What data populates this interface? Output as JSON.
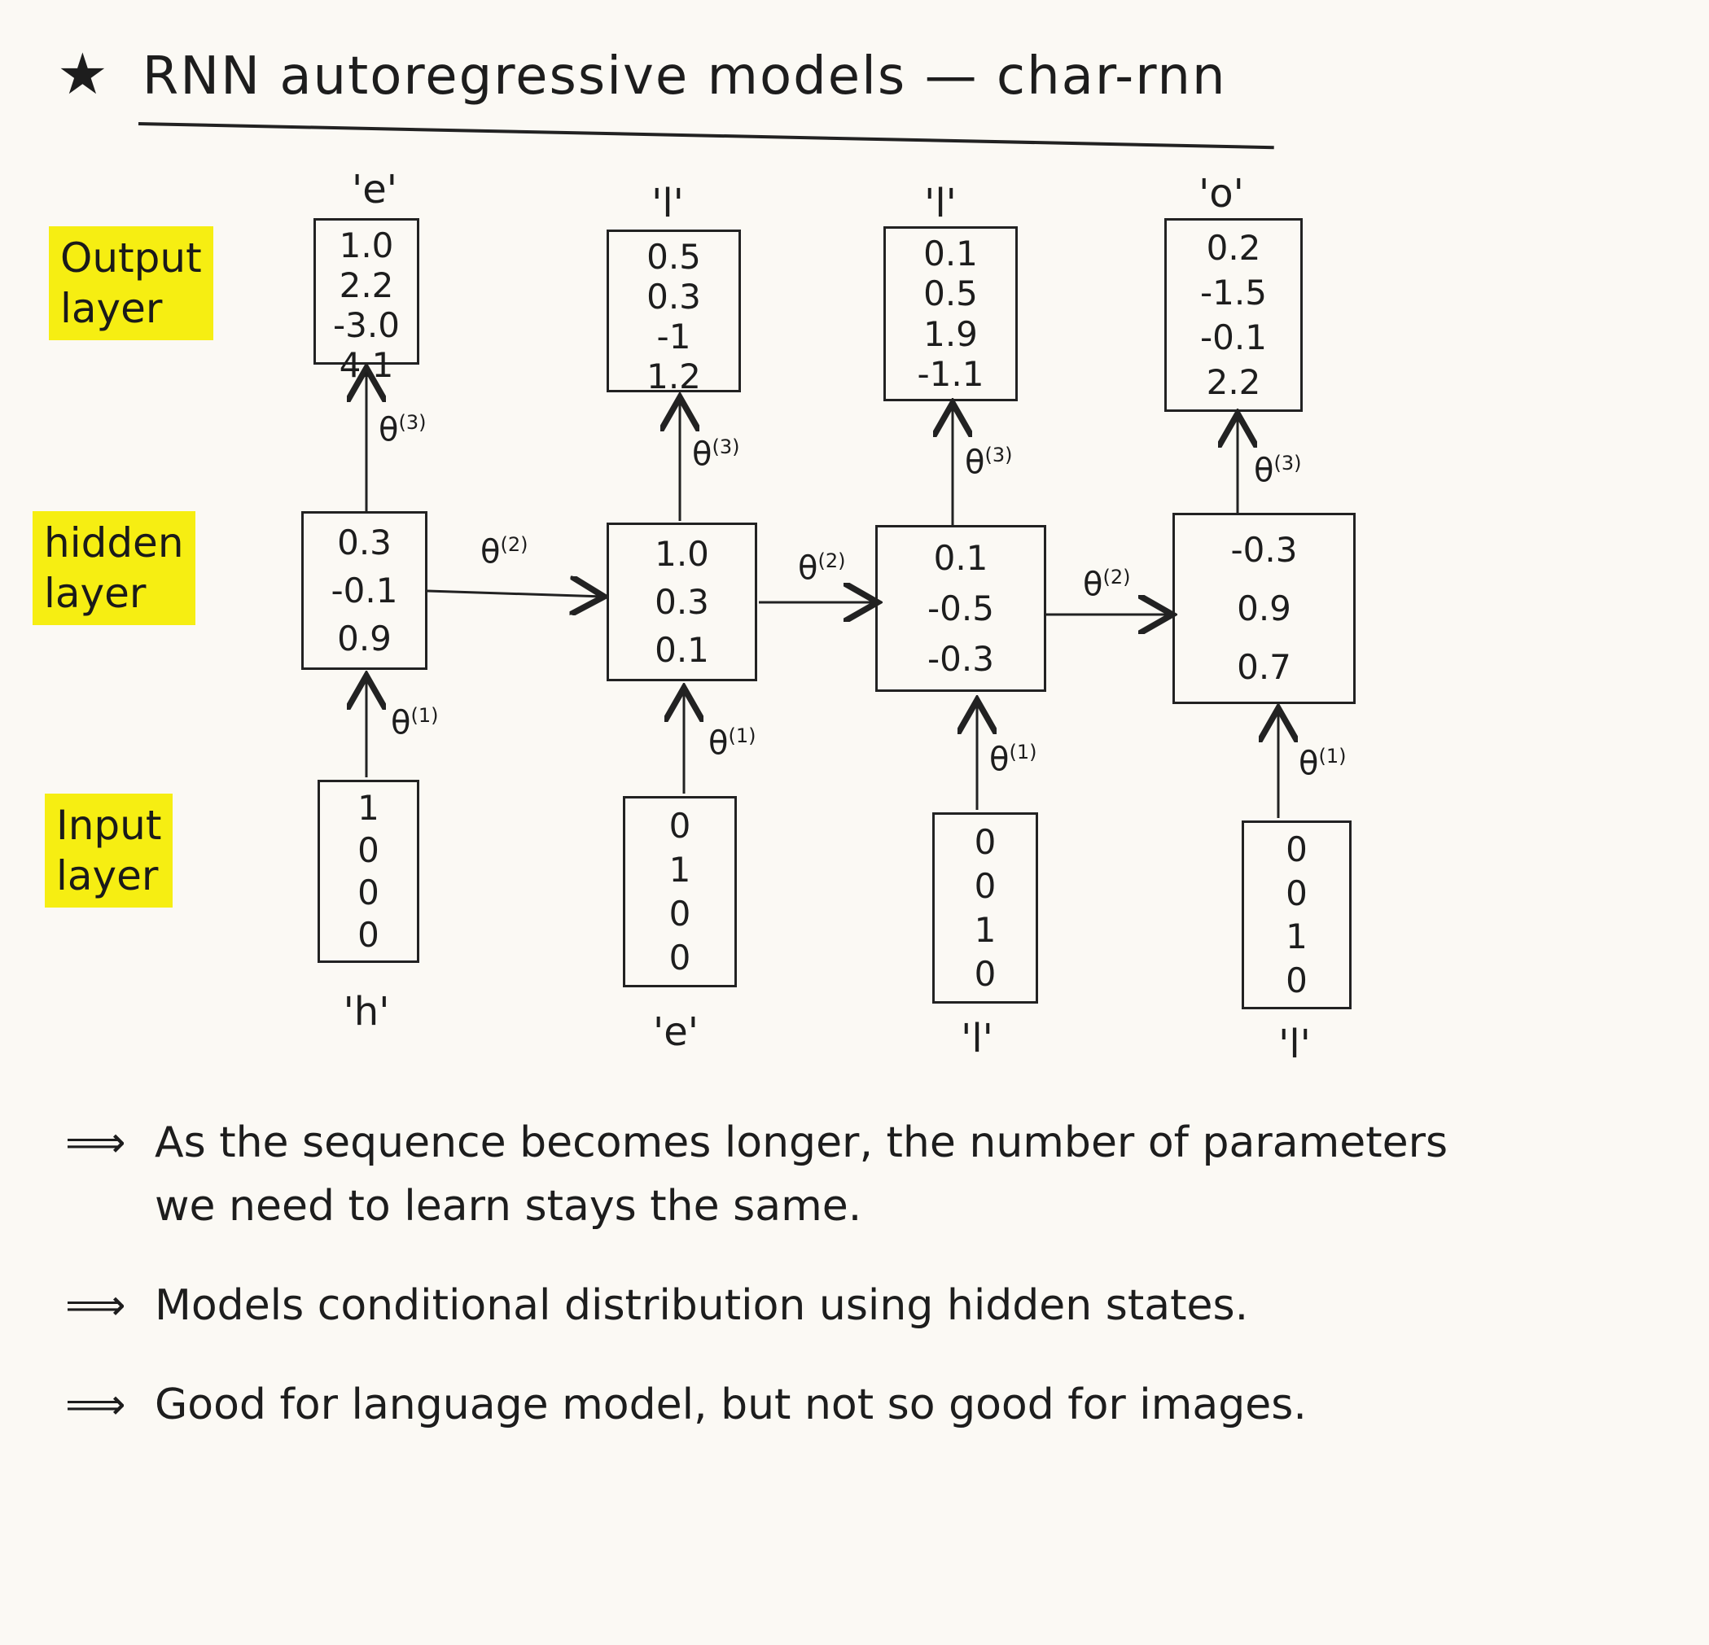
{
  "title": {
    "star": "★",
    "text": "RNN autoregressive models — char-rnn"
  },
  "layers": {
    "output": "Output\nlayer",
    "hidden": "hidden\nlayer",
    "input": "Input\nlayer"
  },
  "output_chars": [
    "'e'",
    "'l'",
    "'l'",
    "'o'"
  ],
  "input_chars": [
    "'h'",
    "'e'",
    "'l'",
    "'l'"
  ],
  "output_values": [
    [
      "1.0",
      "2.2",
      "-3.0",
      "4.1"
    ],
    [
      "0.5",
      "0.3",
      "-1",
      "1.2"
    ],
    [
      "0.1",
      "0.5",
      "1.9",
      "-1.1"
    ],
    [
      "0.2",
      "-1.5",
      "-0.1",
      "2.2"
    ]
  ],
  "hidden_values": [
    [
      "0.3",
      "-0.1",
      "0.9"
    ],
    [
      "1.0",
      "0.3",
      "0.1"
    ],
    [
      "0.1",
      "-0.5",
      "-0.3"
    ],
    [
      "-0.3",
      "0.9",
      "0.7"
    ]
  ],
  "input_values": [
    [
      "1",
      "0",
      "0",
      "0"
    ],
    [
      "0",
      "1",
      "0",
      "0"
    ],
    [
      "0",
      "0",
      "1",
      "0"
    ],
    [
      "0",
      "0",
      "1",
      "0"
    ]
  ],
  "theta": {
    "symbol": "θ",
    "w1": "(1)",
    "w2": "(2)",
    "w3": "(3)"
  },
  "notes": [
    {
      "arrow": "⟹",
      "text": "As the sequence becomes longer, the number of parameters we need to learn stays the same."
    },
    {
      "arrow": "⟹",
      "text": "Models conditional distribution using hidden states."
    },
    {
      "arrow": "⟹",
      "text": "Good for language model, but not so good for images."
    }
  ]
}
